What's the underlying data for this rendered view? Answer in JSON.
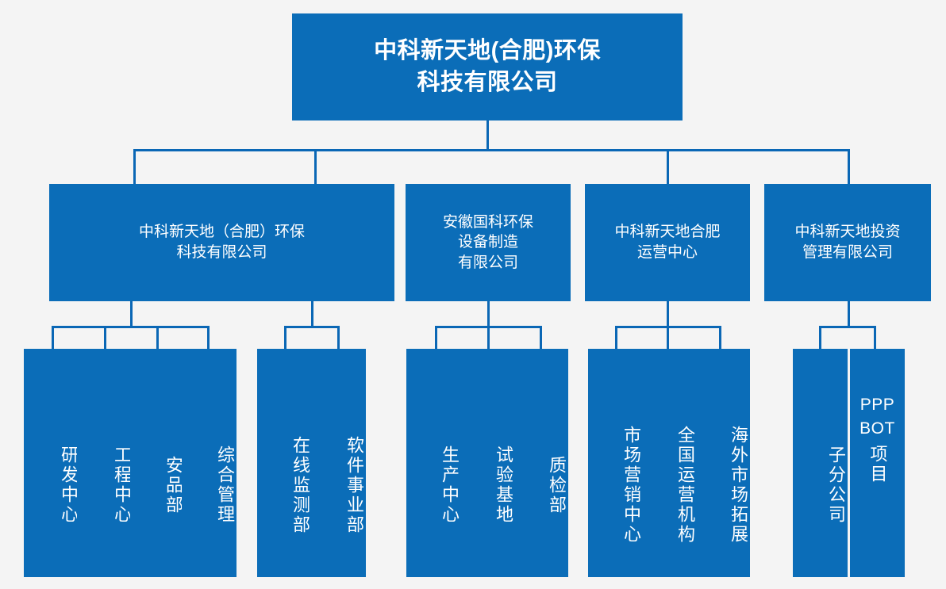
{
  "theme": {
    "node_fill": "#0b6db8",
    "connector": "#0a67b5",
    "background": "#f4f4f4",
    "text": "#ffffff"
  },
  "root": {
    "label": "中科新天地(合肥)环保科技有限公司",
    "line1": "中科新天地(合肥)环保",
    "line2": "科技有限公司"
  },
  "divisions": [
    {
      "id": "hefei-env-tech",
      "label": "中科新天地（合肥）环保科技有限公司",
      "lines": [
        "中科新天地（合肥）环保",
        "科技有限公司"
      ],
      "groups": [
        {
          "id": "group-a",
          "children": [
            {
              "id": "rd-center",
              "label": "研发中心"
            },
            {
              "id": "eng-center",
              "label": "工程中心"
            },
            {
              "id": "safety-quality-dept",
              "label": "安品部"
            },
            {
              "id": "general-management",
              "label": "综合管理"
            }
          ]
        },
        {
          "id": "group-b",
          "children": [
            {
              "id": "online-monitoring-dept",
              "label": "在线监测部"
            },
            {
              "id": "software-division",
              "label": "软件事业部"
            }
          ]
        }
      ]
    },
    {
      "id": "anhui-guoke",
      "label": "安徽国科环保设备制造有限公司",
      "lines": [
        "安徽国科环保",
        "设备制造",
        "有限公司"
      ],
      "groups": [
        {
          "id": "group-c",
          "children": [
            {
              "id": "production-center",
              "label": "生产中心"
            },
            {
              "id": "test-base",
              "label": "试验基地"
            },
            {
              "id": "quality-inspection-dept",
              "label": "质检部"
            }
          ]
        }
      ]
    },
    {
      "id": "hefei-operation-center",
      "label": "中科新天地合肥运营中心",
      "lines": [
        "中科新天地合肥",
        "运营中心"
      ],
      "groups": [
        {
          "id": "group-d",
          "children": [
            {
              "id": "marketing-center",
              "label": "市场营销中心"
            },
            {
              "id": "national-operation-org",
              "label": "全国运营机构"
            },
            {
              "id": "overseas-market-dev",
              "label": "海外市场拓展"
            }
          ]
        }
      ]
    },
    {
      "id": "investment-management",
      "label": "中科新天地投资管理有限公司",
      "lines": [
        "中科新天地投资",
        "管理有限公司"
      ],
      "groups": [
        {
          "id": "group-e",
          "children": [
            {
              "id": "subsidiary-branch",
              "label": "子分公司"
            },
            {
              "id": "ppp-bot-project",
              "label": "PPP BOT 项目",
              "latin1": "PPP",
              "latin2": "BOT",
              "cjk": "项目"
            }
          ]
        }
      ]
    }
  ]
}
